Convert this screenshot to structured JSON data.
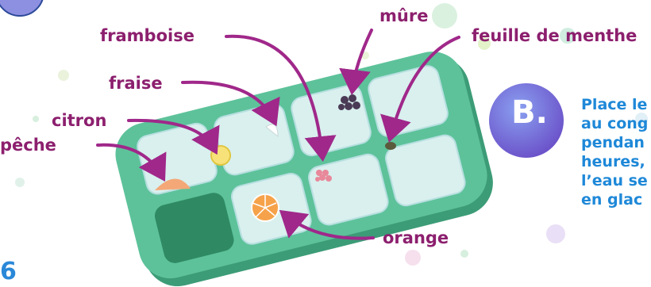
{
  "labels": {
    "mure": "mûre",
    "framboise": "framboise",
    "feuille_menthe": "feuille de menthe",
    "fraise": "fraise",
    "citron": "citron",
    "peche": "pêche",
    "orange": "orange"
  },
  "step": {
    "letter": "B.",
    "lines": [
      "Place le",
      "au cong",
      "pendan",
      "heures,",
      "l’eau se",
      "en glac"
    ]
  },
  "page_number": "6",
  "colors": {
    "label": "#8c1f6e",
    "arrow": "#a0288a",
    "tray": "#5dc29a",
    "tray_dark": "#3c9c77",
    "badge": "#6f6fd8",
    "step_text": "#1e88d8"
  }
}
